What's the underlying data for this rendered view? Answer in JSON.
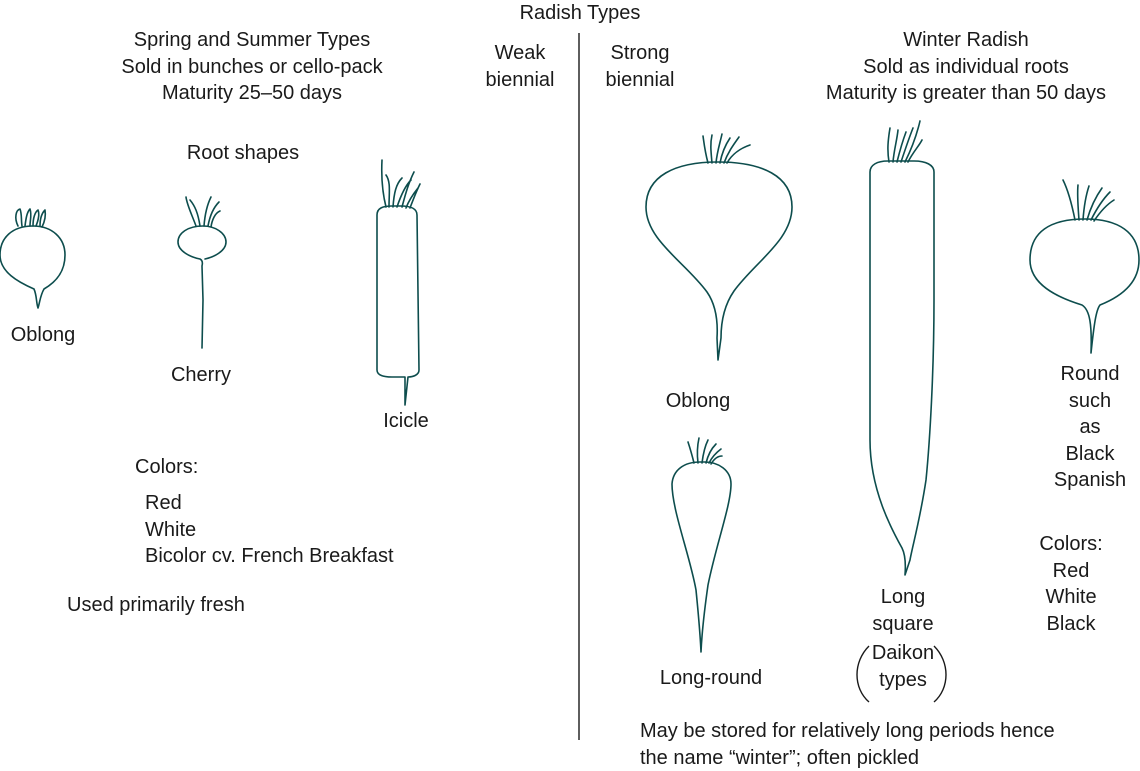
{
  "title": "Radish Types",
  "left": {
    "heading": [
      "Spring and Summer Types",
      "Sold in bunches or cello-pack",
      "Maturity 25–50 days"
    ],
    "root_shapes_label": "Root shapes",
    "shapes": [
      "Oblong",
      "Cherry",
      "Icicle"
    ],
    "colors_label": "Colors:",
    "colors": [
      "Red",
      "White",
      "Bicolor cv. French Breakfast"
    ],
    "usage": "Used primarily fresh"
  },
  "middle": {
    "weak": [
      "Weak",
      "biennial"
    ],
    "strong": [
      "Strong",
      "biennial"
    ]
  },
  "right": {
    "heading": [
      "Winter Radish",
      "Sold as individual roots",
      "Maturity is greater than 50 days"
    ],
    "shapes": {
      "oblong": "Oblong",
      "long_round": "Long-round",
      "long_square": [
        "Long",
        "square",
        "Daikon",
        "types"
      ],
      "round": [
        "Round",
        "such",
        "as",
        "Black",
        "Spanish"
      ]
    },
    "colors_label": "Colors:",
    "colors": [
      "Red",
      "White",
      "Black"
    ],
    "note": [
      "May be stored for relatively long periods hence",
      "the name “winter”; often pickled"
    ]
  }
}
